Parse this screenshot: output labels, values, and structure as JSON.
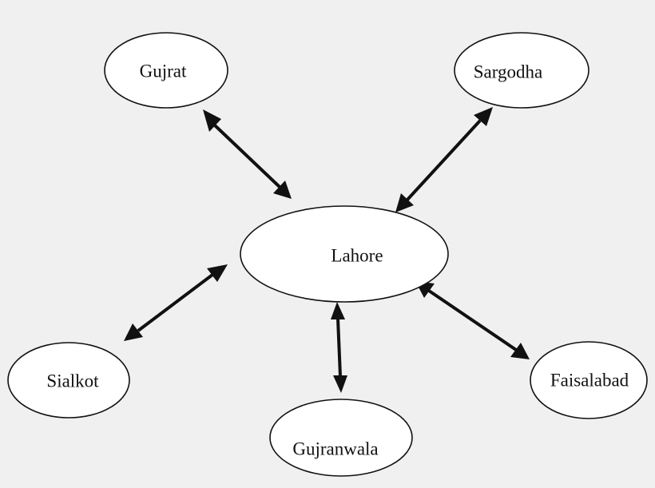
{
  "diagram": {
    "center": {
      "label": "Lahore"
    },
    "nodes": [
      {
        "id": "gujrat",
        "label": "Gujrat"
      },
      {
        "id": "sargodha",
        "label": "Sargodha"
      },
      {
        "id": "sialkot",
        "label": "Sialkot"
      },
      {
        "id": "gujranwala",
        "label": "Gujranwala"
      },
      {
        "id": "faisalabad",
        "label": "Faisalabad"
      }
    ],
    "links": [
      {
        "from": "lahore",
        "to": "gujrat",
        "direction": "both"
      },
      {
        "from": "lahore",
        "to": "sargodha",
        "direction": "both"
      },
      {
        "from": "lahore",
        "to": "sialkot",
        "direction": "both"
      },
      {
        "from": "lahore",
        "to": "gujranwala",
        "direction": "both"
      },
      {
        "from": "lahore",
        "to": "faisalabad",
        "direction": "both"
      }
    ]
  },
  "colors": {
    "background": "#f0f0f0",
    "node_fill": "#ffffff",
    "stroke": "#111111"
  }
}
